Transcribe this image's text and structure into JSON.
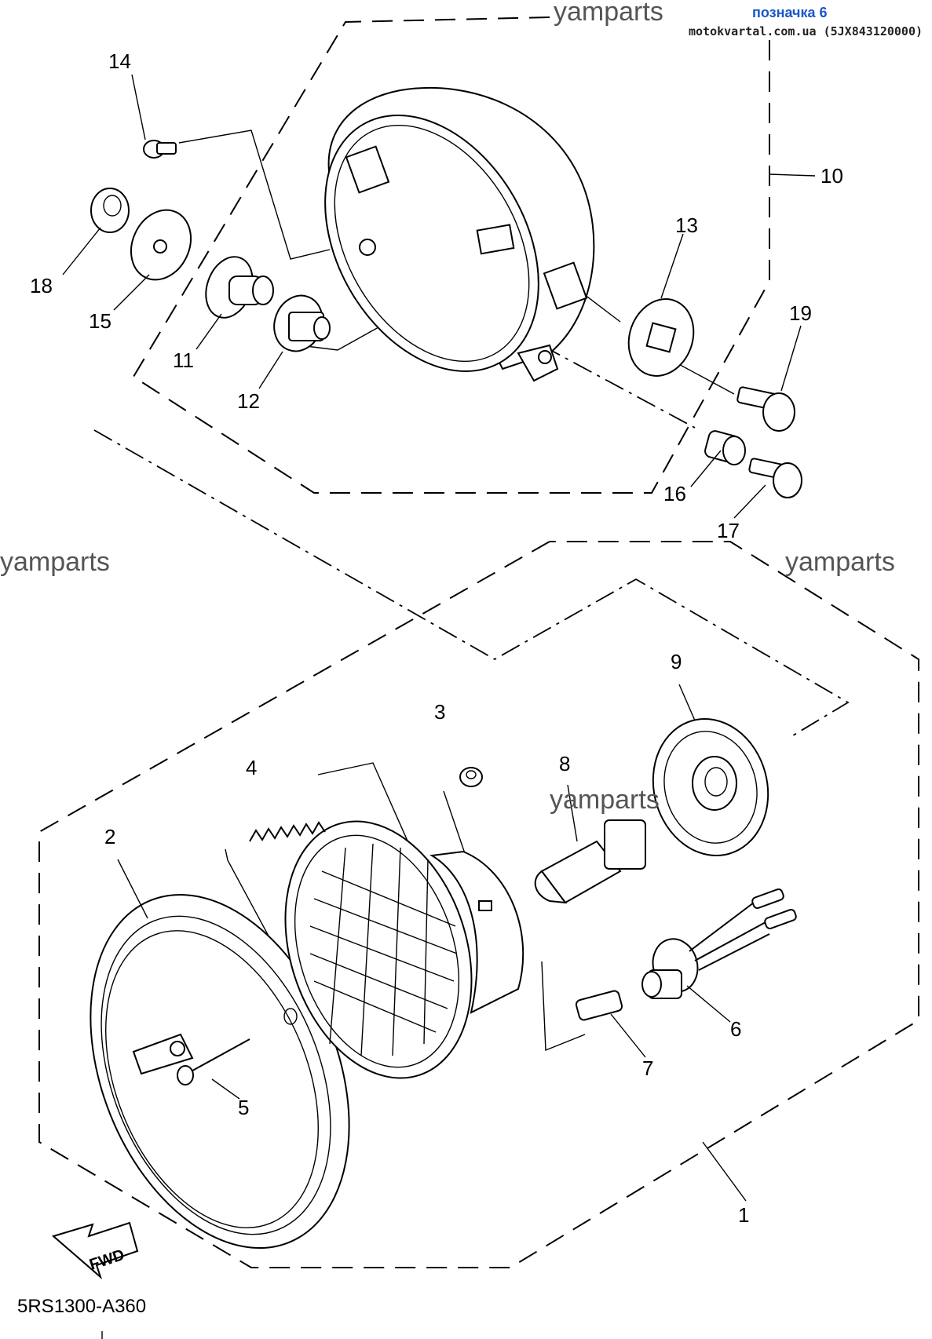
{
  "header": {
    "watermark_top": "yamparts",
    "tag": "позначка 6",
    "site": "motokvartal.com.ua (5JX843120000)"
  },
  "watermarks": {
    "left": "yamparts",
    "right": "yamparts",
    "center": "yamparts"
  },
  "callouts": [
    {
      "id": "1",
      "label": "1"
    },
    {
      "id": "2",
      "label": "2"
    },
    {
      "id": "3",
      "label": "3"
    },
    {
      "id": "4",
      "label": "4"
    },
    {
      "id": "5",
      "label": "5"
    },
    {
      "id": "6",
      "label": "6"
    },
    {
      "id": "7",
      "label": "7"
    },
    {
      "id": "8",
      "label": "8"
    },
    {
      "id": "9",
      "label": "9"
    },
    {
      "id": "10",
      "label": "10"
    },
    {
      "id": "11",
      "label": "11"
    },
    {
      "id": "12",
      "label": "12"
    },
    {
      "id": "13",
      "label": "13"
    },
    {
      "id": "14",
      "label": "14"
    },
    {
      "id": "15",
      "label": "15"
    },
    {
      "id": "16",
      "label": "16"
    },
    {
      "id": "17",
      "label": "17"
    },
    {
      "id": "18",
      "label": "18"
    },
    {
      "id": "19",
      "label": "19"
    }
  ],
  "direction_arrow": "FWD",
  "diagram_code": "5RS1300-A360"
}
